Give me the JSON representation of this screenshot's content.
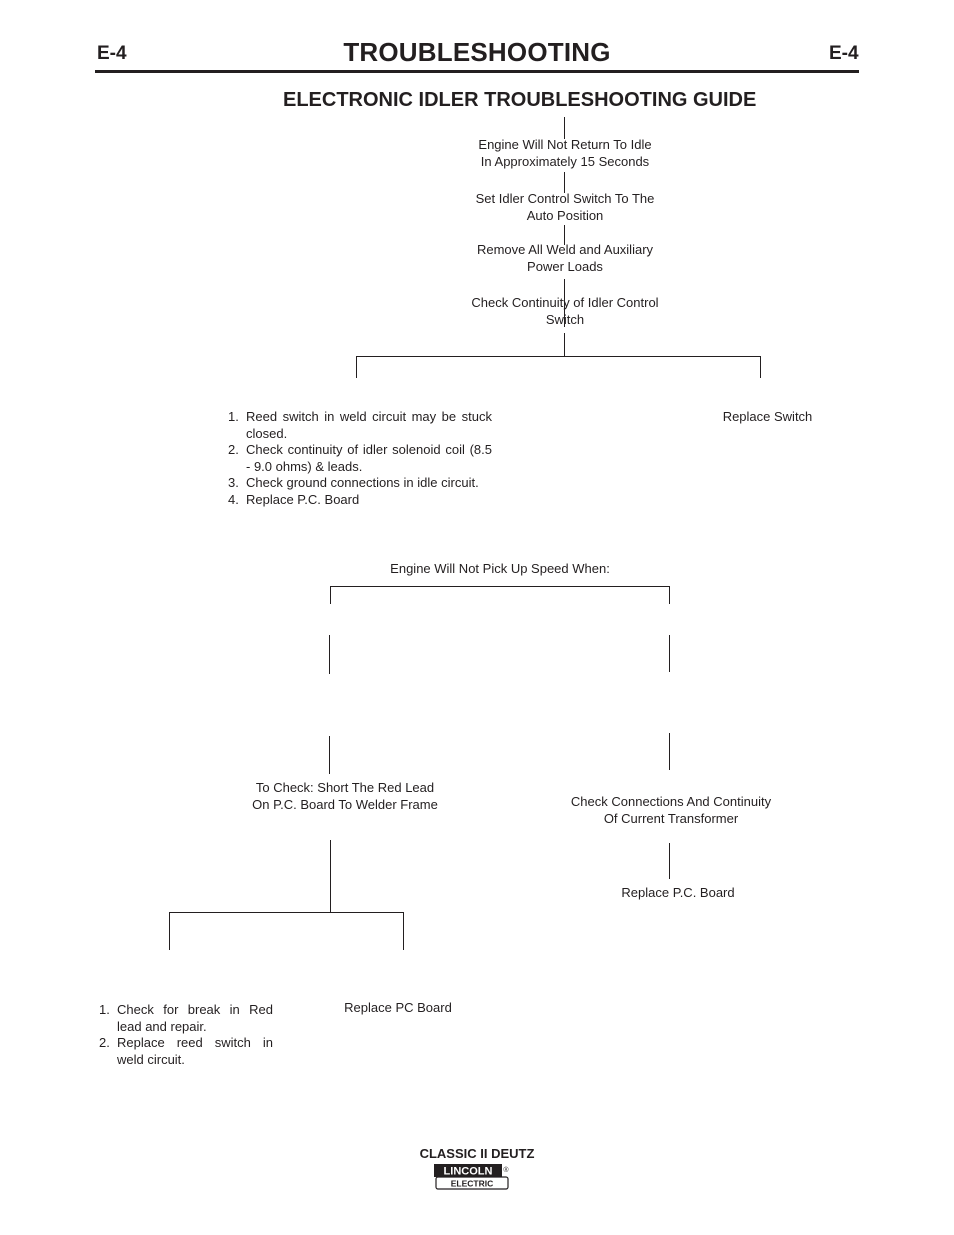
{
  "header": {
    "code_left": "E-4",
    "title": "TROUBLESHOOTING",
    "code_right": "E-4"
  },
  "guide_title": "ELECTRONIC IDLER TROUBLESHOOTING GUIDE",
  "flow_top": {
    "step1": [
      "Engine Will Not Return To Idle",
      "In Approximately 15 Seconds"
    ],
    "step2": [
      "Set Idler Control Switch To The",
      "Auto Position"
    ],
    "step3": [
      "Remove All Weld and Auxiliary",
      "Power Loads"
    ],
    "step4": [
      "Check Continuity of Idler Control",
      "Switch"
    ],
    "left_list": [
      {
        "num": "1.",
        "text": "Reed switch in weld circuit may be stuck closed."
      },
      {
        "num": "2.",
        "text": "Check continuity of idler solenoid coil (8.5 - 9.0 ohms) & leads."
      },
      {
        "num": "3.",
        "text": "Check ground connections in idle circuit."
      },
      {
        "num": "4.",
        "text": "Replace P.C. Board"
      }
    ],
    "right_result": "Replace Switch"
  },
  "flow_bottom": {
    "heading": "Engine Will Not Pick Up Speed When:",
    "left_check": [
      "To Check: Short The Red Lead",
      "On P.C. Board To Welder Frame"
    ],
    "right_check": [
      "Check Connections And Continuity",
      "Of Current Transformer"
    ],
    "right_result": "Replace P.C. Board",
    "left_list": [
      {
        "num": "1.",
        "text": "Check for break in Red lead and repair."
      },
      {
        "num": "2.",
        "text": "Replace reed switch in weld circuit."
      }
    ],
    "mid_result": "Replace PC Board"
  },
  "footer": {
    "model": "CLASSIC II DEUTZ",
    "logo_top": "LINCOLN",
    "logo_bottom": "ELECTRIC",
    "logo_reg": "®"
  }
}
